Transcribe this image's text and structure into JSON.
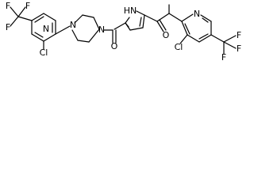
{
  "structure": {
    "atom_labels": {
      "f1": "F",
      "f2": "F",
      "f3": "F",
      "cl1": "Cl",
      "n_pyr1": "N",
      "n_pip1": "N",
      "n_pip2": "N",
      "nh": "HN",
      "o_amide": "O",
      "o_ketone": "O",
      "cl2": "Cl",
      "n_pyr2": "N",
      "f4": "F",
      "f5": "F",
      "f6": "F"
    }
  }
}
